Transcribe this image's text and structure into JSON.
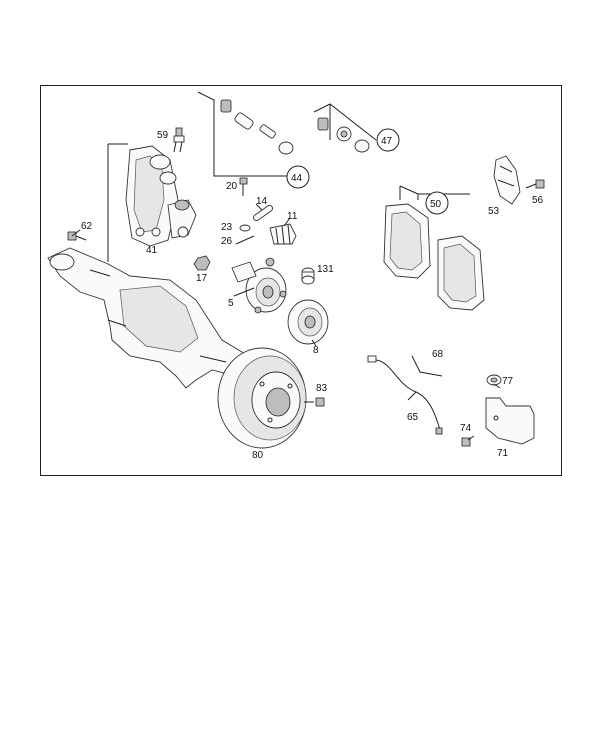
{
  "labels": {
    "p5": "5",
    "p8": "8",
    "p11": "11",
    "p14": "14",
    "p17": "17",
    "p20": "20",
    "p23": "23",
    "p26": "26",
    "p41": "41",
    "p44": "44",
    "p47": "47",
    "p50": "50",
    "p53": "53",
    "p56": "56",
    "p59": "59",
    "p62": "62",
    "p65": "65",
    "p68": "68",
    "p71": "71",
    "p74": "74",
    "p77": "77",
    "p80": "80",
    "p83": "83",
    "p131": "131"
  }
}
